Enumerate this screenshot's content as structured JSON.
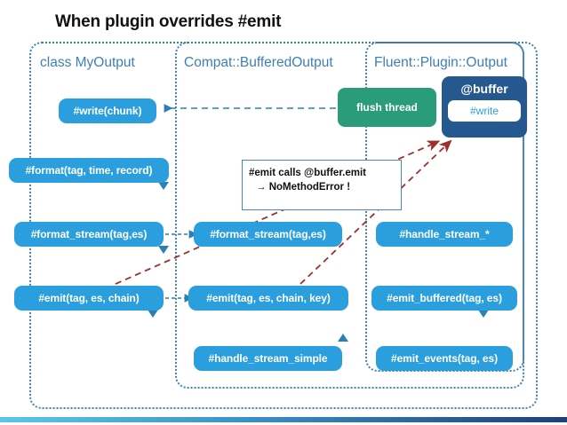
{
  "slide": {
    "title": "When plugin overrides #emit",
    "bottom_bar_colors": [
      "#5bc8e8",
      "#3a8fc4",
      "#1f3f7a"
    ]
  },
  "colors": {
    "pill": "#2b9ede",
    "container_border": "#3f7fb5",
    "container_label": "#3f7fb5",
    "flush_thread": "#2a9d78",
    "buffer": "#25588f",
    "error_arrow": "#9e2f2f",
    "flow_arrow": "#2b7fb5"
  },
  "containers": [
    {
      "name": "class-myoutput",
      "label": "class MyOutput"
    },
    {
      "name": "compat-bufferedoutput",
      "label": "Compat::BufferedOutput"
    },
    {
      "name": "fluent-plugin-output",
      "label": "Fluent::Plugin::Output"
    }
  ],
  "columns": {
    "myoutput": {
      "pills": [
        {
          "name": "write-chunk",
          "label": "#write(chunk)"
        },
        {
          "name": "format",
          "label": "#format(tag, time, record)"
        },
        {
          "name": "format-stream",
          "label": "#format_stream(tag,es)"
        },
        {
          "name": "emit",
          "label": "#emit(tag, es, chain)"
        }
      ]
    },
    "compat": {
      "pills": [
        {
          "name": "format-stream",
          "label": "#format_stream(tag,es)"
        },
        {
          "name": "emit-key",
          "label": "#emit(tag, es, chain, key)"
        },
        {
          "name": "handle-stream-simple",
          "label": "#handle_stream_simple"
        }
      ]
    },
    "fluent": {
      "pills": [
        {
          "name": "handle-stream-star",
          "label": "#handle_stream_*"
        },
        {
          "name": "emit-buffered",
          "label": "#emit_buffered(tag, es)"
        },
        {
          "name": "emit-events",
          "label": "#emit_events(tag, es)"
        }
      ]
    }
  },
  "flush_thread": {
    "label": "flush thread"
  },
  "buffer": {
    "title": "@buffer",
    "method": "#write"
  },
  "callout": {
    "line1": "#emit calls @buffer.emit",
    "line2": "→ NoMethodError !"
  }
}
